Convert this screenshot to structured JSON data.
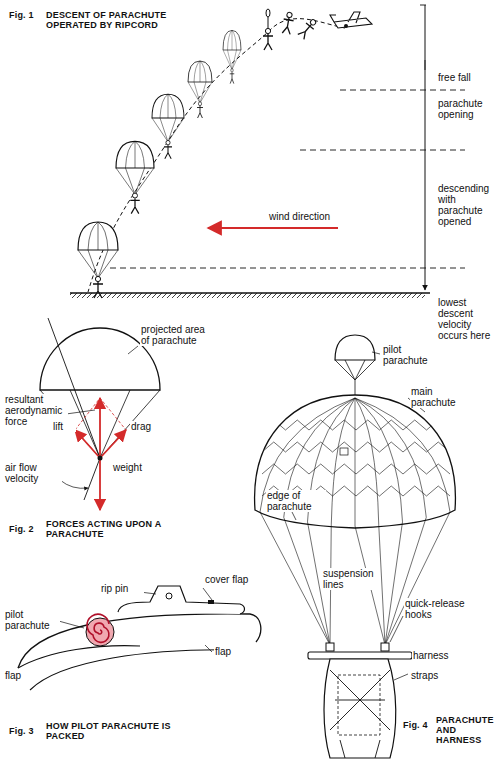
{
  "diagram": {
    "labels": [
      "Fig. 1",
      "DESCENT OF PARACHUTE OPERATED BY RIPCORD",
      "free fall",
      "parachute opening",
      "descending with parachute opened",
      "wind direction",
      "lowest descent velocity occurs here",
      "projected area of parachute",
      "resultant aerodynamic force",
      "lift",
      "drag",
      "air flow velocity",
      "weight",
      "Fig. 2",
      "FORCES ACTING UPON A PARACHUTE",
      "rip pin",
      "cover flap",
      "pilot parachute",
      "flap",
      "flap",
      "Fig. 3",
      "HOW PILOT PARACHUTE IS PACKED",
      "pilot parachute",
      "main parachute",
      "edge of parachute",
      "suspension lines",
      "quick-release hooks",
      "harness",
      "straps",
      "Fig. 4",
      "PARACHUTE AND HARNESS"
    ]
  }
}
